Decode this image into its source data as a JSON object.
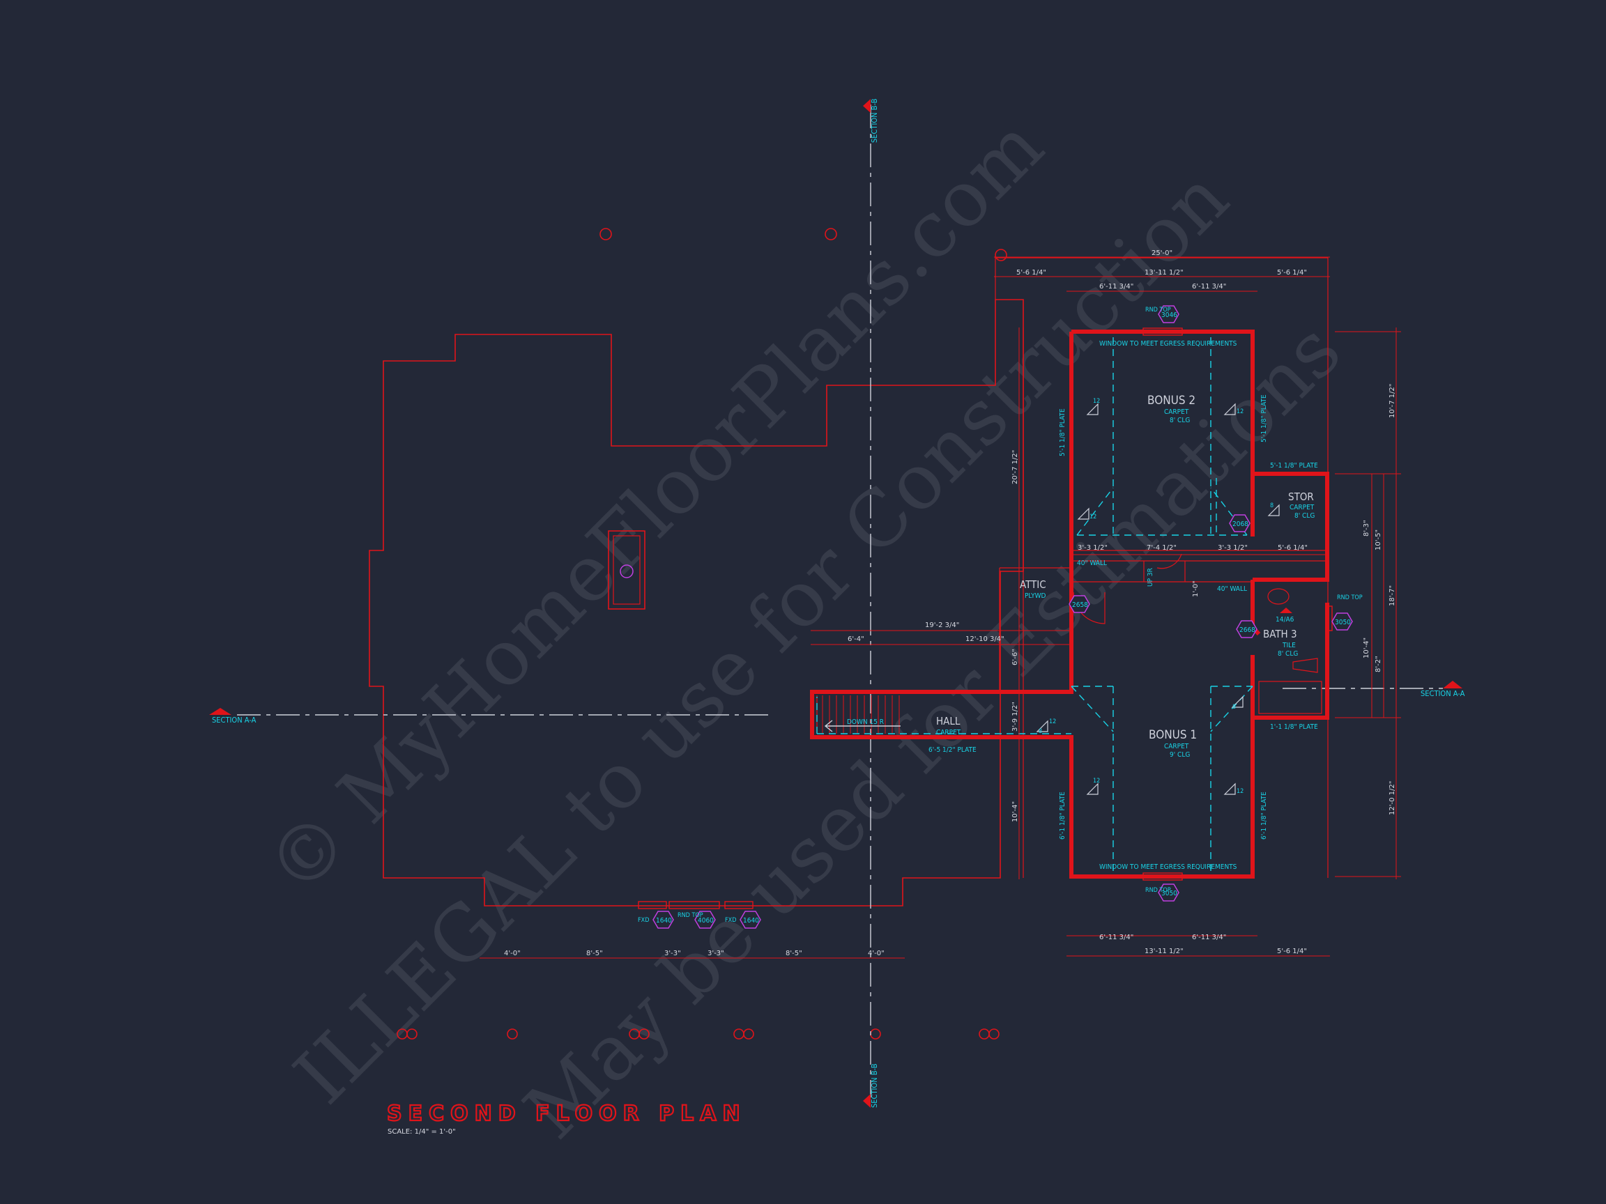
{
  "drawing": {
    "title": "SECOND FLOOR PLAN",
    "scale": "SCALE: 1/4\" = 1'-0\"",
    "watermark_lines": [
      "© MyHomeFloorPlans.com",
      "ILLEGAL to use for Construction",
      "May be used for Estimations"
    ]
  },
  "sections": {
    "a_left": "SECTION A-A",
    "a_right": "SECTION A-A",
    "b_top": "SECTION B-B",
    "b_bottom": "SECTION B-B"
  },
  "rooms": {
    "bonus2": {
      "name": "BONUS 2",
      "floor": "CARPET",
      "ceiling": "8' CLG"
    },
    "bonus1": {
      "name": "BONUS 1",
      "floor": "CARPET",
      "ceiling": "9' CLG"
    },
    "stor": {
      "name": "STOR",
      "floor": "CARPET",
      "ceiling": "8' CLG"
    },
    "bath3": {
      "name": "BATH 3",
      "floor": "TILE",
      "ceiling": "8' CLG"
    },
    "hall": {
      "name": "HALL",
      "floor": "CARPET"
    },
    "attic": {
      "name": "ATTIC",
      "floor": "PLYWD"
    }
  },
  "notes": {
    "egress_top": "WINDOW TO MEET EGRESS REQUIREMENTS",
    "egress_bottom": "WINDOW TO MEET EGRESS REQUIREMENTS",
    "wall_40_left": "40\" WALL",
    "wall_40_right": "40\" WALL",
    "down": "DOWN 15 R",
    "up": "UP 3R",
    "detail_ref": "14/A6",
    "rnd_top_1": "RND TOP",
    "rnd_top_2": "RND TOP",
    "rnd_top_3": "RND TOP",
    "rnd_top_4": "RND TOP",
    "fxd_1": "FXD",
    "fxd_2": "FXD"
  },
  "plates": {
    "b2_left": "5'-1 1/8\" PLATE",
    "b2_right": "5'-1 1/8\" PLATE",
    "stor_top": "5'-1 1/8\" PLATE",
    "b1_left": "6'-1 1/8\" PLATE",
    "b1_right": "6'-1 1/8\" PLATE",
    "bath_bottom": "1'-1 1/8\" PLATE",
    "hall": "6'-5 1/2\" PLATE"
  },
  "tags": {
    "w3046": "3046",
    "w2068": "2068",
    "w2658": "2658",
    "w2668": "2668",
    "w3050a": "3050",
    "w3050b": "3050",
    "w1640a": "1640",
    "w4060": "4060",
    "w1640b": "1640"
  },
  "pitch": "12",
  "pitch_8": "8",
  "dims": {
    "top_overall": "25'-0\"",
    "top_l": "5'-6 1/4\"",
    "top_mid": "13'-11 1/2\"",
    "top_r": "5'-6 1/4\"",
    "top_a": "6'-11 3/4\"",
    "top_b": "6'-11 3/4\"",
    "bot_a": "6'-11 3/4\"",
    "bot_b": "6'-11 3/4\"",
    "bot_mid": "13'-11 1/2\"",
    "bot_r": "5'-6 1/4\"",
    "mid_a": "3'-3 1/2\"",
    "mid_b": "7'-4 1/2\"",
    "mid_c": "3'-3 1/2\"",
    "mid_d": "5'-6 1/4\"",
    "hall_overall": "19'-2 3/4\"",
    "hall_a": "6'-4\"",
    "hall_b": "12'-10 3/4\"",
    "left_v1": "20'-7 1/2\"",
    "left_v2": "6'-6\"",
    "left_v3": "3'-9 1/2\"",
    "left_v4": "10'-4\"",
    "right_v1": "10'-7 1/2\"",
    "right_v2": "18'-7\"",
    "right_v3": "12'-0 1/2\"",
    "right_v4": "8'-3\"",
    "right_v5": "10'-5\"",
    "right_v6": "10'-4\"",
    "right_v7": "8'-2\"",
    "small_1": "1'-0\"",
    "front_a": "4'-0\"",
    "front_b": "8'-5\"",
    "front_c": "3'-3\"",
    "front_d": "3'-3\"",
    "front_e": "8'-5\"",
    "front_f": "4'-0\""
  },
  "colors": {
    "background": "#232837",
    "wall": "#e0141a",
    "annotation": "#19d3e6",
    "tag": "#c040e0"
  }
}
